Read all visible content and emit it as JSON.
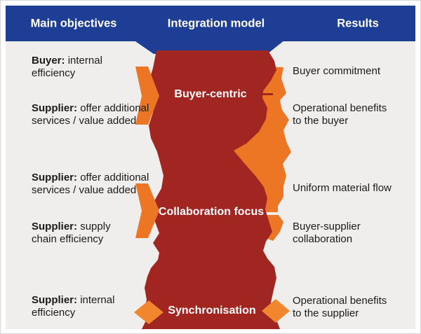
{
  "header": {
    "columns": [
      "Main objectives",
      "Integration model",
      "Results"
    ]
  },
  "stages": [
    "Buyer-centric",
    "Collaboration focus",
    "Synchronisation"
  ],
  "left_items": [
    {
      "bold": "Buyer:",
      "line1": "internal",
      "line2": "efficiency"
    },
    {
      "bold": "Supplier:",
      "line1": "offer additional",
      "line2": "services / value added"
    },
    {
      "bold": "Supplier:",
      "line1": "offer additional",
      "line2": "services / value added"
    },
    {
      "bold": "Supplier:",
      "line1": "supply",
      "line2": "chain efficiency"
    },
    {
      "bold": "Supplier:",
      "line1": "internal",
      "line2": "efficiency"
    }
  ],
  "right_items": [
    {
      "line1": "Buyer commitment",
      "line2": ""
    },
    {
      "line1": "Operational benefits",
      "line2": "to the buyer"
    },
    {
      "line1": "Uniform material flow",
      "line2": ""
    },
    {
      "line1": "Buyer-supplier",
      "line2": "collaboration"
    },
    {
      "line1": "Operational benefits",
      "line2": "to the supplier"
    }
  ],
  "colors": {
    "header_blue": "#1d3e94",
    "trunk_red": "#a12621",
    "arrow_orange": "#ed7624",
    "diamond_orange": "#f1862f",
    "panel_gray": "#efeeec",
    "text_dark": "#1d1b19",
    "label_white": "#ffffff"
  }
}
